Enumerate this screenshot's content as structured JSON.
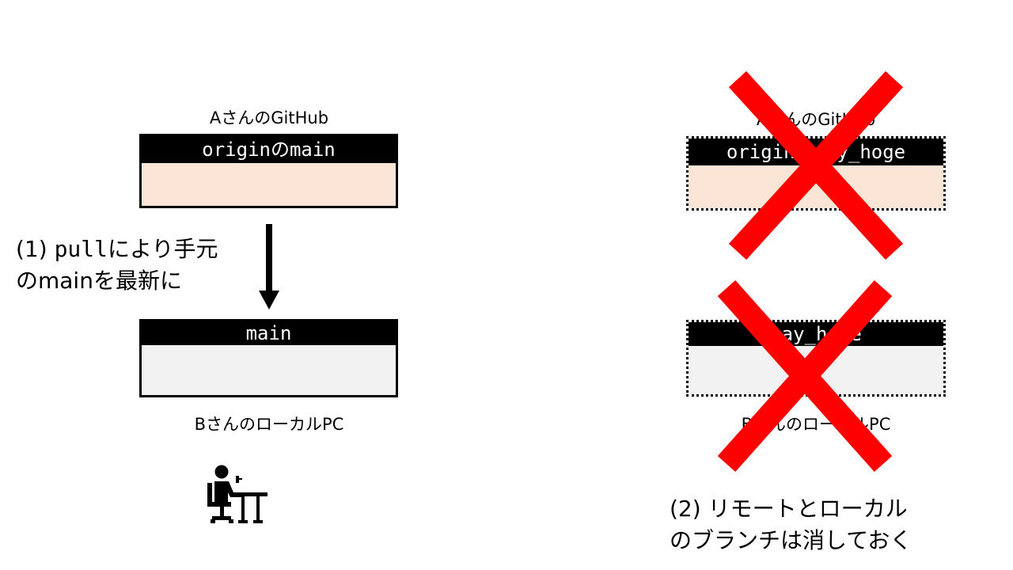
{
  "colors": {
    "remote_body": "#fbe5d6",
    "local_body": "#f2f2f2",
    "cross": "#ff0000",
    "header": "#000000"
  },
  "left": {
    "remote_caption": "AさんのGitHub",
    "remote_branch": "originのmain",
    "local_branch": "main",
    "local_caption": "BさんのローカルPC",
    "note_line1_prefix": "(1) ",
    "note_line1_code": "pull",
    "note_line1_suffix": "により手元",
    "note_line2": "のmainを最新に",
    "person_icon": "person-at-desk-icon"
  },
  "right": {
    "remote_caption": "AさんのGitHub",
    "remote_branch": "originのsay_hoge",
    "local_branch": "say_hoge",
    "local_caption": "BさんのローカルPC",
    "note_line1": "(2) リモートとローカル",
    "note_line2": "のブランチは消しておく",
    "cross_icon": "cross-icon"
  }
}
